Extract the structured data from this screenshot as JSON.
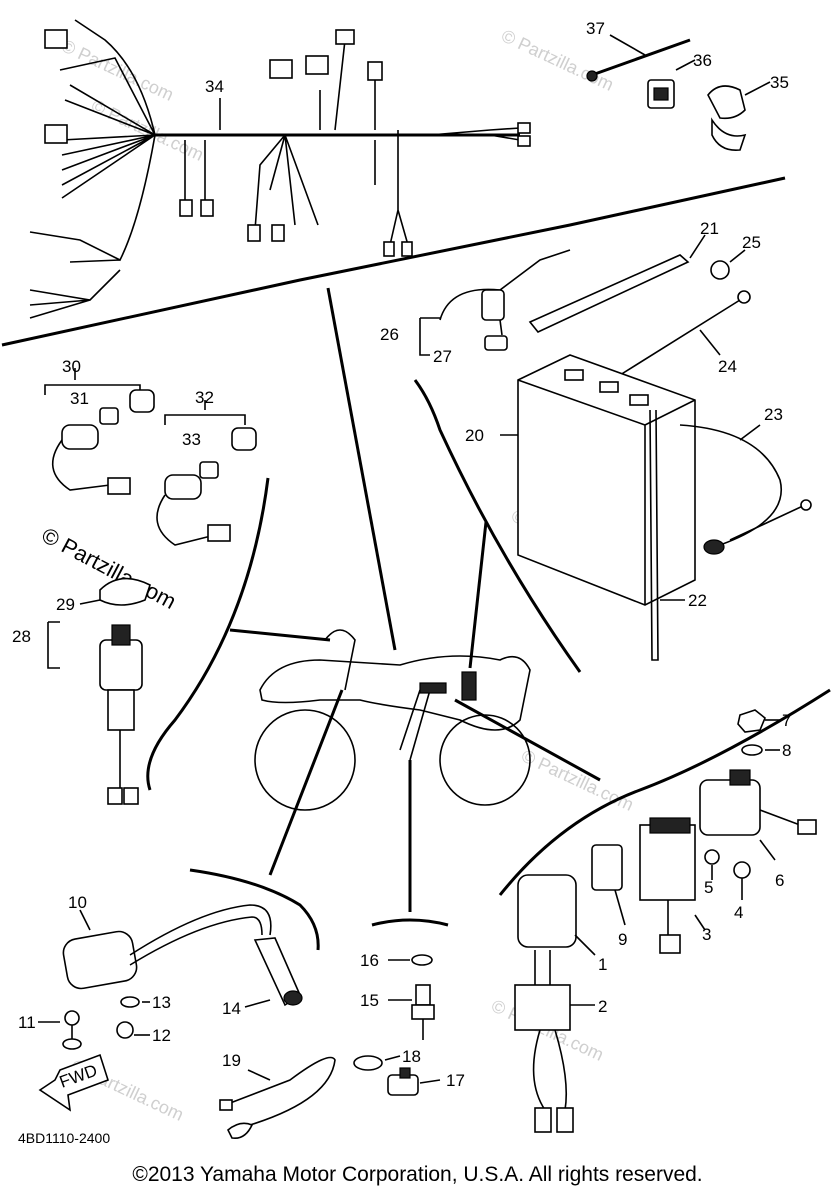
{
  "part_labels": [
    "1",
    "2",
    "3",
    "4",
    "5",
    "6",
    "7",
    "8",
    "9",
    "10",
    "11",
    "12",
    "13",
    "14",
    "15",
    "16",
    "17",
    "18",
    "19",
    "20",
    "21",
    "22",
    "23",
    "24",
    "25",
    "26",
    "27",
    "28",
    "29",
    "30",
    "31",
    "32",
    "33",
    "34",
    "35",
    "36",
    "37"
  ],
  "watermarks": [
    "© Partzilla.com",
    "© Partzilla.com",
    "© Partzilla.com",
    "© Partzilla.com",
    "© Partzilla.com",
    "© Partzilla.com",
    "© Partzilla.com"
  ],
  "fwd_label": "FWD",
  "diagram_code": "4BD1110-2400",
  "copyright": "©2013 Yamaha Motor Corporation, U.S.A. All rights reserved."
}
